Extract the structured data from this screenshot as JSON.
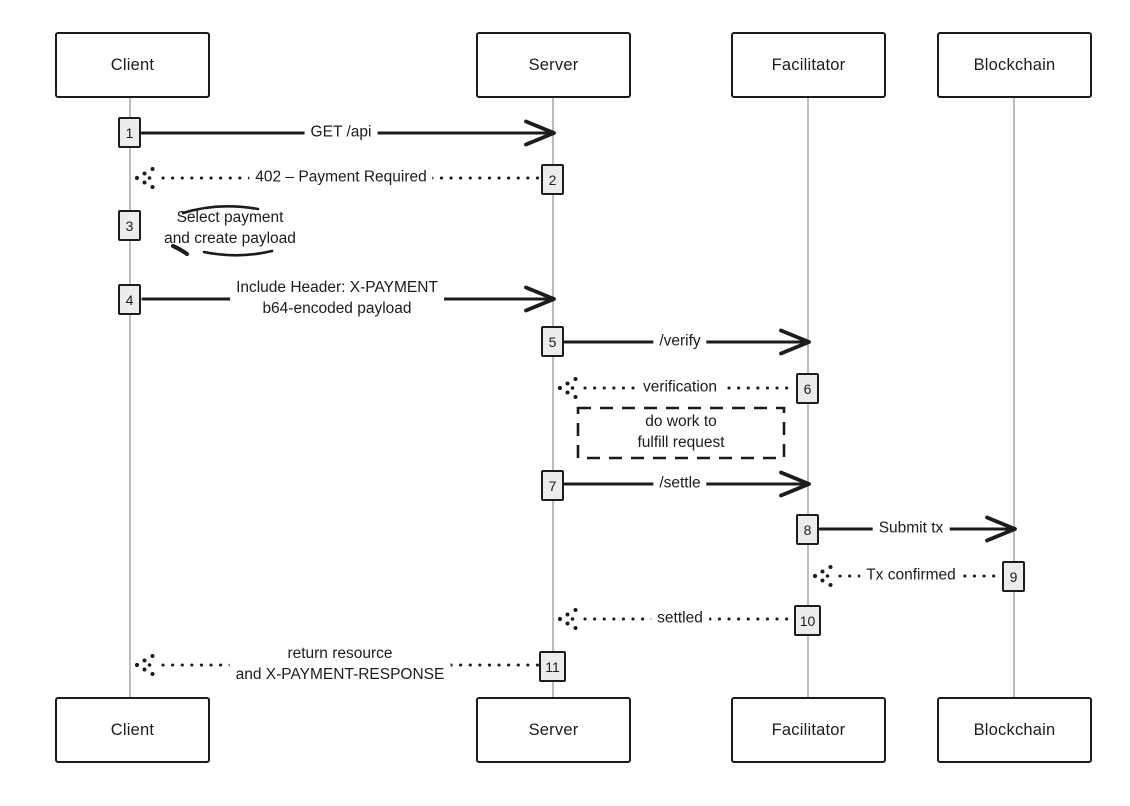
{
  "colors": {
    "ink": "#1c1c1c",
    "lifeline": "#ababab",
    "activation_fill": "#ececec",
    "background": "#ffffff"
  },
  "participants": [
    {
      "name": "Client"
    },
    {
      "name": "Server"
    },
    {
      "name": "Facilitator"
    },
    {
      "name": "Blockchain"
    }
  ],
  "messages": [
    {
      "num": "1",
      "from": "Client",
      "to": "Server",
      "style": "solid",
      "line1": "GET /api"
    },
    {
      "num": "2",
      "from": "Server",
      "to": "Client",
      "style": "dotted",
      "line1": "402 – Payment Required"
    },
    {
      "num": "3",
      "from": "Client",
      "to": "Client",
      "style": "self",
      "line1": "Select payment",
      "line2": "and create payload"
    },
    {
      "num": "4",
      "from": "Client",
      "to": "Server",
      "style": "solid",
      "line1": "Include Header: X-PAYMENT",
      "line2": "b64-encoded payload"
    },
    {
      "num": "5",
      "from": "Server",
      "to": "Facilitator",
      "style": "solid",
      "line1": "/verify"
    },
    {
      "num": "6",
      "from": "Facilitator",
      "to": "Server",
      "style": "dotted",
      "line1": "verification"
    },
    {
      "num": "7",
      "from": "Server",
      "to": "Facilitator",
      "style": "solid",
      "line1": "/settle"
    },
    {
      "num": "8",
      "from": "Facilitator",
      "to": "Blockchain",
      "style": "solid",
      "line1": "Submit tx"
    },
    {
      "num": "9",
      "from": "Blockchain",
      "to": "Facilitator",
      "style": "dotted",
      "line1": "Tx confirmed"
    },
    {
      "num": "10",
      "from": "Facilitator",
      "to": "Server",
      "style": "dotted",
      "line1": "settled"
    },
    {
      "num": "11",
      "from": "Server",
      "to": "Client",
      "style": "dotted",
      "line1": "return resource",
      "line2": "and X-PAYMENT-RESPONSE"
    }
  ],
  "note": {
    "line1": "do work to",
    "line2": "fulfill request"
  }
}
